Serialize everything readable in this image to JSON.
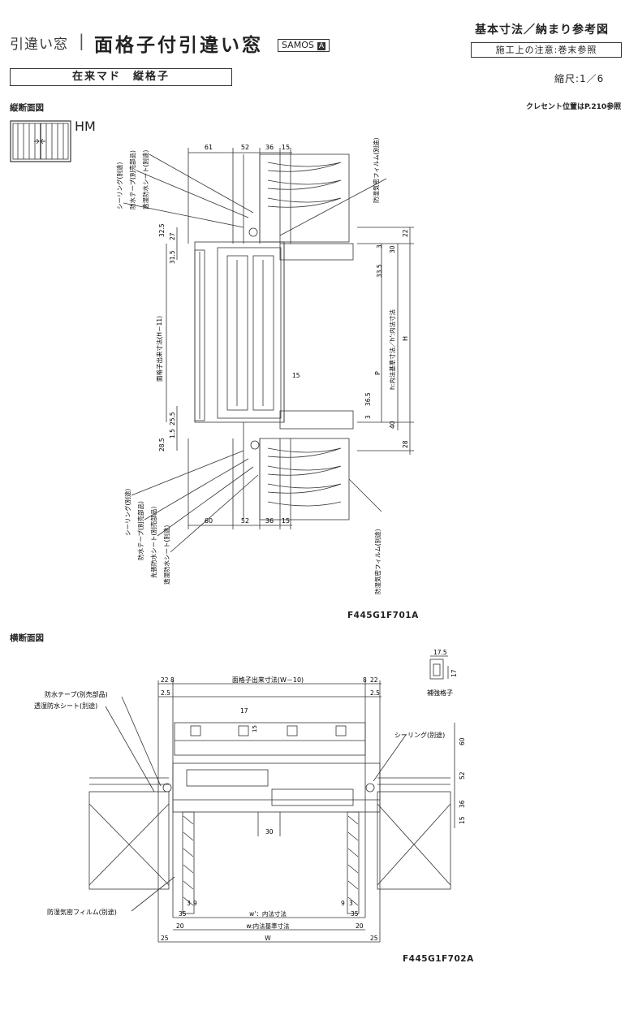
{
  "header": {
    "category": "引違い窓",
    "separator": "|",
    "title": "面格子付引違い窓",
    "series": "SAMOS",
    "series_badge": "A",
    "doc_type": "基本寸法／納まり参考図",
    "notice": "施工上の注意:巻末参照",
    "subtitle": "在来マド　縦格子",
    "scale": "縮尺:1／6"
  },
  "vertical_section": {
    "title": "縦断面図",
    "type_code": "HM",
    "crescent_note": "クレセント位置はP.210参照",
    "drawing_code": "F445G1F701A",
    "dims_top": [
      "61",
      "52",
      "36",
      "15"
    ],
    "dims_bottom": [
      "60",
      "52",
      "36",
      "15"
    ],
    "dims_left_top": [
      "32.5",
      "27",
      "31.5"
    ],
    "dims_left_bottom": [
      "1.5",
      "25.5",
      "28.5"
    ],
    "dims_right": [
      "22",
      "30",
      "3",
      "33.5",
      "36.5",
      "3",
      "40",
      "28",
      "15"
    ],
    "dim_labels": {
      "grille_height": "面格子出来寸法(H－11)",
      "inner_height": "h:内法基準寸法／h':内法寸法",
      "H": "H",
      "P": "P"
    },
    "labels_top": [
      "シーリング(別途)",
      "防水テープ(別売部品)",
      "透湿防水シート(別途)",
      "防湿気密フィルム(別途)"
    ],
    "labels_bottom": [
      "シーリング(別途)",
      "防水テープ(別売部品)",
      "先張防水シート(別売部品)",
      "透湿防水シート(別途)",
      "防湿気密フィルム(別途)"
    ]
  },
  "horizontal_section": {
    "title": "横断面図",
    "drawing_code": "F445G1F702A",
    "reinforcement": {
      "label": "補強格子",
      "d1": "17.5",
      "d2": "17"
    },
    "dims_top": [
      "22",
      "8",
      "8",
      "22",
      "2.5",
      "2.5"
    ],
    "grille_width": "面格子出来寸法(W－10)",
    "bar_dims": [
      "17",
      "15"
    ],
    "right_dims": [
      "60",
      "52",
      "36",
      "15"
    ],
    "center_dim": "30",
    "bottom_dims": [
      "3",
      "9",
      "9",
      "3",
      "35",
      "35",
      "20",
      "20",
      "25",
      "25"
    ],
    "w_prime": "w'：内法寸法",
    "w": "w:内法基準寸法",
    "W": "W",
    "labels": [
      "防水テープ(別売部品)",
      "透湿防水シート(別途)",
      "シーリング(別途)",
      "防湿気密フィルム(別途)"
    ]
  }
}
